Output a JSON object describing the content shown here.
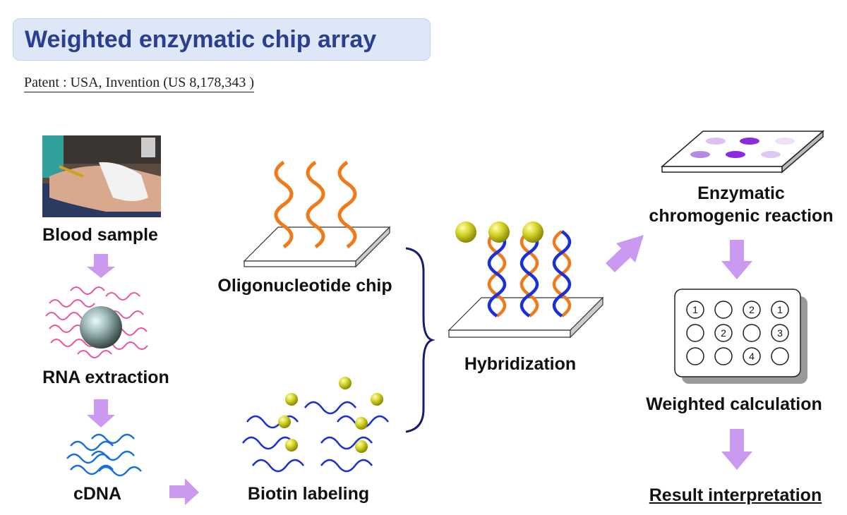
{
  "title": "Weighted enzymatic chip array",
  "patent": "Patent : USA, Invention (US 8,178,343 )",
  "steps": {
    "blood": "Blood sample",
    "rna": "RNA extraction",
    "cdna": "cDNA",
    "oligo": "Oligonucleotide chip",
    "biotin": "Biotin labeling",
    "hybrid": "Hybridization",
    "enzymatic_line1": "Enzymatic",
    "enzymatic_line2": "chromogenic reaction",
    "weighted": "Weighted calculation",
    "result": "Result interpretation"
  },
  "well_plate": {
    "rows": [
      [
        "1",
        "",
        "2",
        "1"
      ],
      [
        "",
        "2",
        "",
        "3"
      ],
      [
        "",
        "",
        "4",
        ""
      ]
    ]
  },
  "colors": {
    "title_bg": "#dde7f7",
    "title_text": "#2a3f8f",
    "arrow": "#cc99f0",
    "orange_strand": "#f07a1a",
    "blue_strand": "#1a2fd6",
    "pink_rna": "#e8559e",
    "cdna_blue": "#1a6fe0",
    "biotin_bead": "#c8c820",
    "brace": "#1a1a6e"
  }
}
